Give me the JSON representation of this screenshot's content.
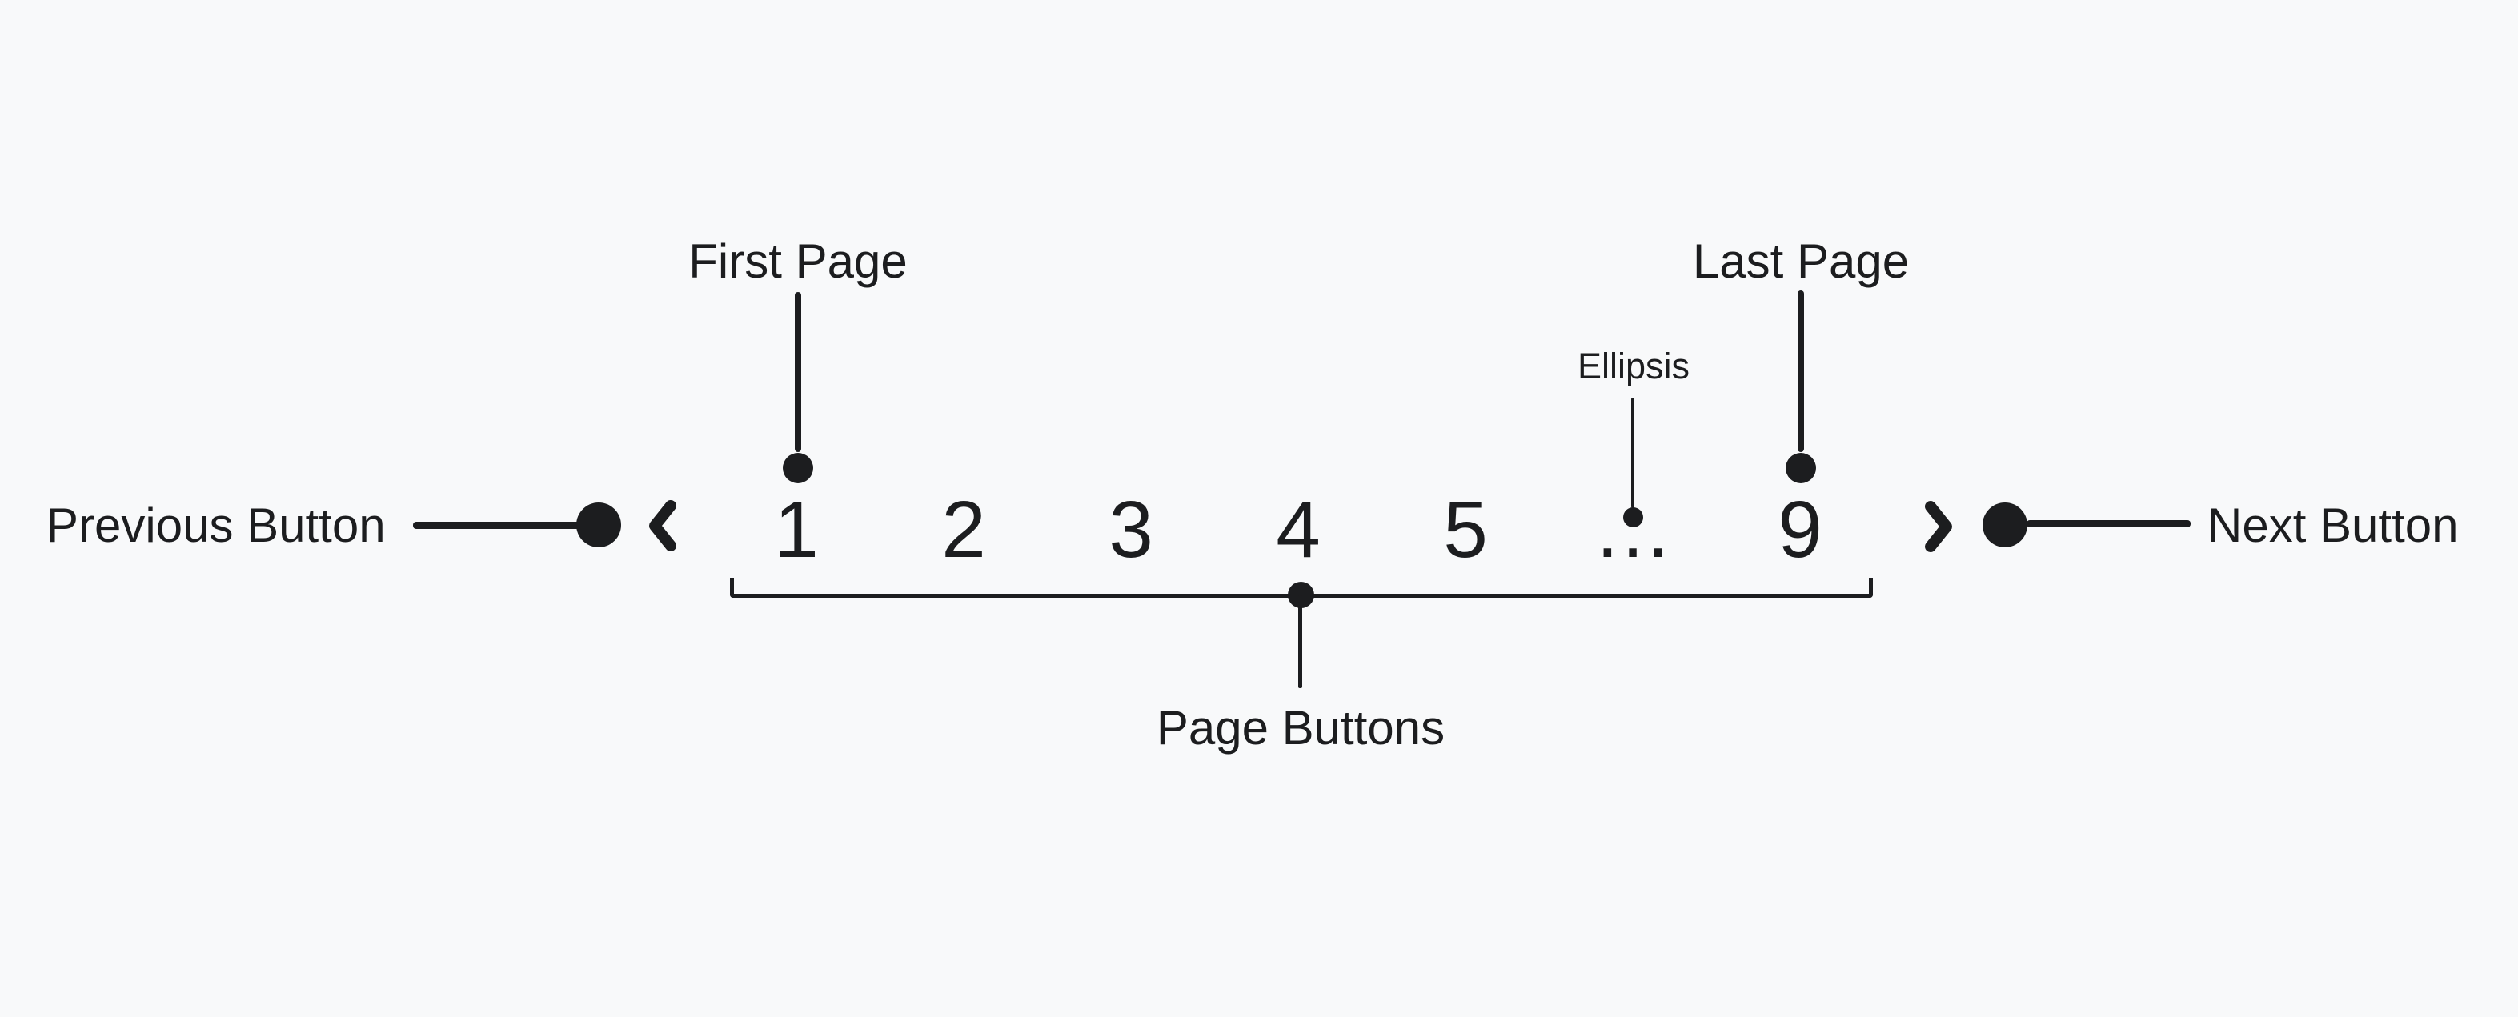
{
  "colors": {
    "background": "#f8f9fa",
    "ink": "#1c1d1f"
  },
  "pagination": {
    "previous_label": "Previous Button",
    "next_label": "Next Button",
    "pages": [
      "1",
      "2",
      "3",
      "4",
      "5",
      "…",
      "9"
    ],
    "icons": {
      "previous": "chevron-left-icon",
      "next": "chevron-right-icon"
    }
  },
  "annotations": {
    "first_page": "First Page",
    "last_page": "Last Page",
    "ellipsis": "Ellipsis",
    "page_buttons": "Page Buttons"
  }
}
